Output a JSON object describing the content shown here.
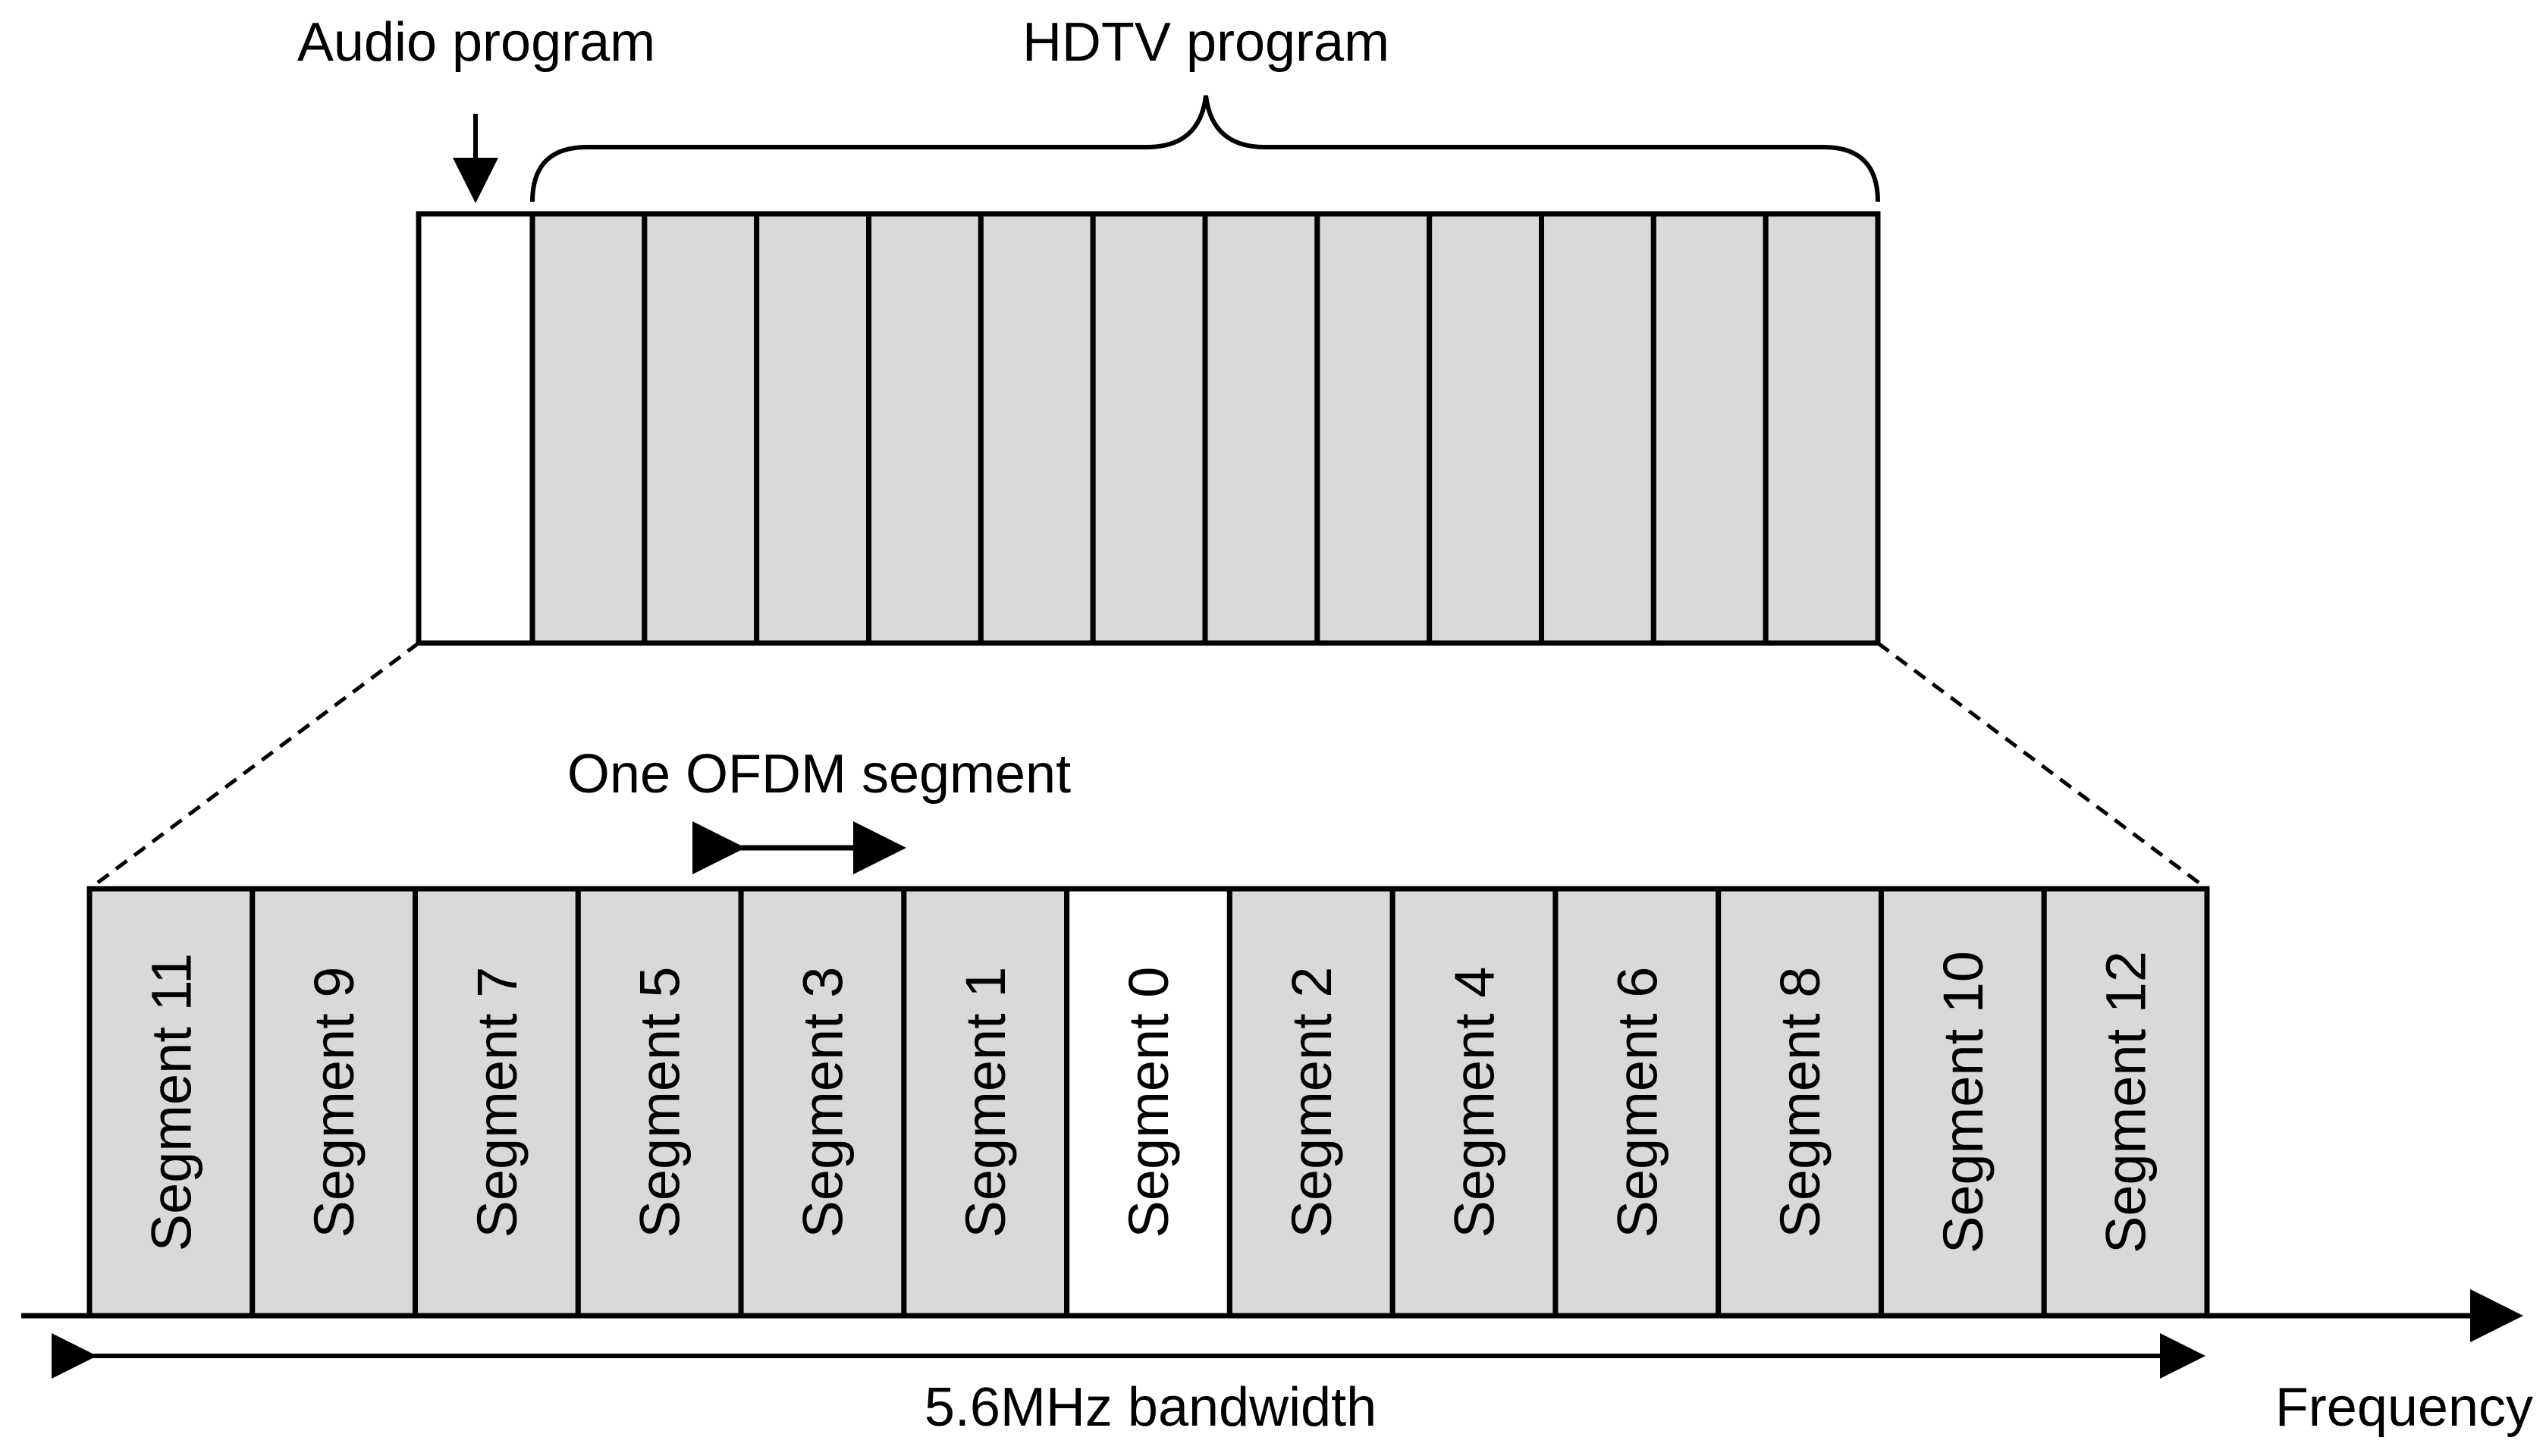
{
  "labels": {
    "audio_program": "Audio program",
    "hdtv_program": "HDTV program",
    "one_ofdm_segment": "One OFDM segment",
    "bandwidth": "5.6MHz bandwidth",
    "frequency": "Frequency"
  },
  "top_block": {
    "audio_cell_count": 1,
    "hdtv_cell_count": 12
  },
  "segments": [
    {
      "label": "Segment 11",
      "highlight": false
    },
    {
      "label": "Segment 9",
      "highlight": false
    },
    {
      "label": "Segment 7",
      "highlight": false
    },
    {
      "label": "Segment 5",
      "highlight": false
    },
    {
      "label": "Segment 3",
      "highlight": false
    },
    {
      "label": "Segment 1",
      "highlight": false
    },
    {
      "label": "Segment 0",
      "highlight": true
    },
    {
      "label": "Segment 2",
      "highlight": false
    },
    {
      "label": "Segment 4",
      "highlight": false
    },
    {
      "label": "Segment 6",
      "highlight": false
    },
    {
      "label": "Segment 8",
      "highlight": false
    },
    {
      "label": "Segment 10",
      "highlight": false
    },
    {
      "label": "Segment 12",
      "highlight": false
    }
  ],
  "colors": {
    "segment_fill": "#d9d9d9",
    "highlight_fill": "#ffffff",
    "stroke": "#000000"
  }
}
